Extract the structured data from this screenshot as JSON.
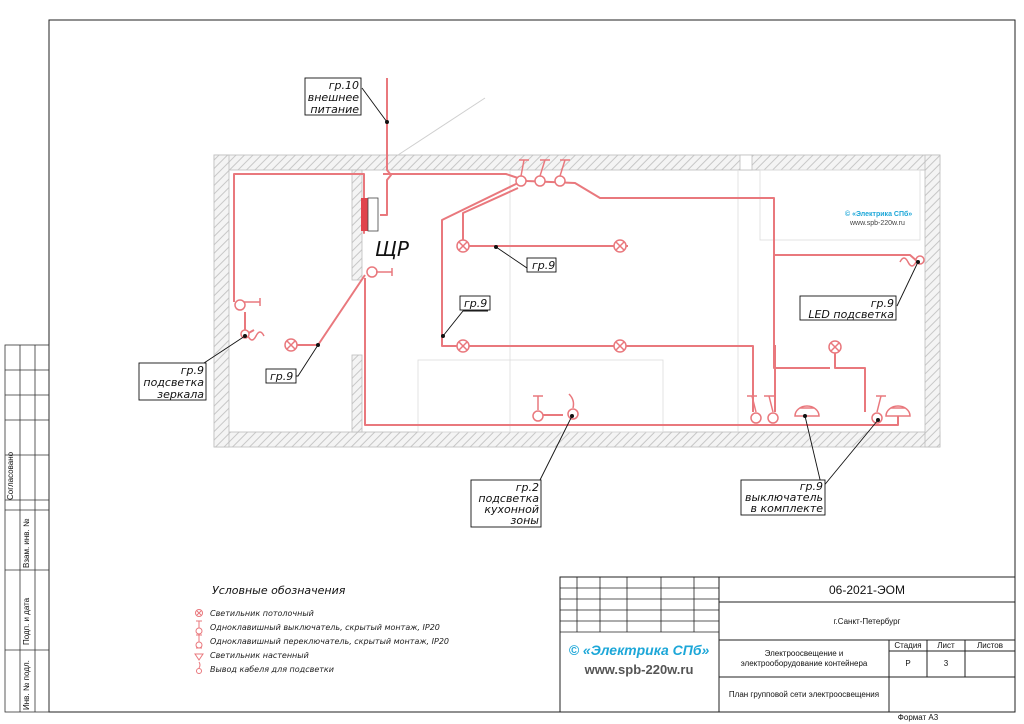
{
  "panel": {
    "label": "ЩР"
  },
  "callouts": {
    "g10": [
      "гр.10",
      "внешнее",
      "питание"
    ],
    "g9_top": "гр.9",
    "g9_mid": "гр.9",
    "g9_left": "гр.9",
    "g9_mirror": [
      "гр.9",
      "подсветка",
      "зеркала"
    ],
    "g9_led": [
      "гр.9",
      "LED подсветка"
    ],
    "g2_kitchen": [
      "гр.2",
      "подсветка",
      "кухонной",
      "зоны"
    ],
    "g9_switch": [
      "гр.9",
      "выключатель",
      "в комплекте"
    ]
  },
  "watermark": {
    "line1": "© «Электрика СПб»",
    "line2": "www.spb-220w.ru"
  },
  "legend": {
    "title": "Условные обозначения",
    "items": [
      "Светильник потолочный",
      "Одноклавишный выключатель, скрытый монтаж, IP20",
      "Одноклавишный переключатель, скрытый монтаж, IP20",
      "Светильник настенный",
      "Вывод кабеля для подсветки"
    ]
  },
  "side_stamp": {
    "agreed": "Согласовано",
    "swap_inv": "Взам. инв. №",
    "sign_date": "Подп. и дата",
    "inv_orig": "Инв. № подл."
  },
  "title_block": {
    "code": "06-2021-ЭОМ",
    "city": "г.Санкт-Петербург",
    "project": [
      "Электроосвещение и",
      "электрооборудование контейнера"
    ],
    "sheet_title": "План групповой сети электроосвещения",
    "headers": {
      "stage": "Стадия",
      "sheet": "Лист",
      "sheets": "Листов"
    },
    "values": {
      "stage": "Р",
      "sheet": "3",
      "sheets": ""
    },
    "brand": "© «Электрика СПб»",
    "site": "www.spb-220w.ru"
  },
  "format_label": "Формат А3",
  "colors": {
    "wiring": "#e9787d",
    "wall": "#bdbdbd",
    "ink": "#111111",
    "brand": "#1da7d8",
    "panel": "#e0444d"
  }
}
